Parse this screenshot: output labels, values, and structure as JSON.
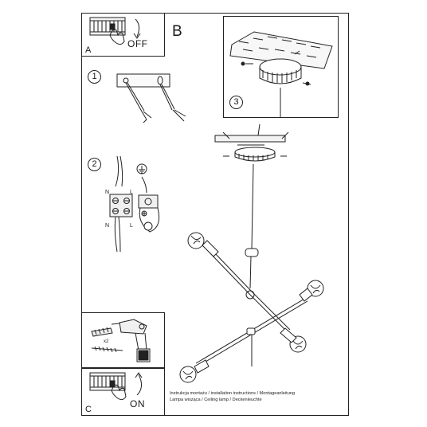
{
  "page": {
    "main_label": "B"
  },
  "panel_a": {
    "label": "A",
    "switch_text": "OFF"
  },
  "panel_c": {
    "label": "C",
    "switch_text": "ON"
  },
  "steps": {
    "one": "1",
    "two": "2",
    "three": "3"
  },
  "wiring": {
    "terminal_left_top": "N",
    "terminal_right_top": "L",
    "terminal_left_bottom": "N",
    "terminal_right_bottom": "L"
  },
  "tools": {
    "anchor_qty": "x2"
  },
  "footer": {
    "line1": "Instrukcja montażu / installation instructions / Montageanleitung",
    "line2": "Lampa wisząca / Ceiling lamp / Deckenleuchte"
  }
}
